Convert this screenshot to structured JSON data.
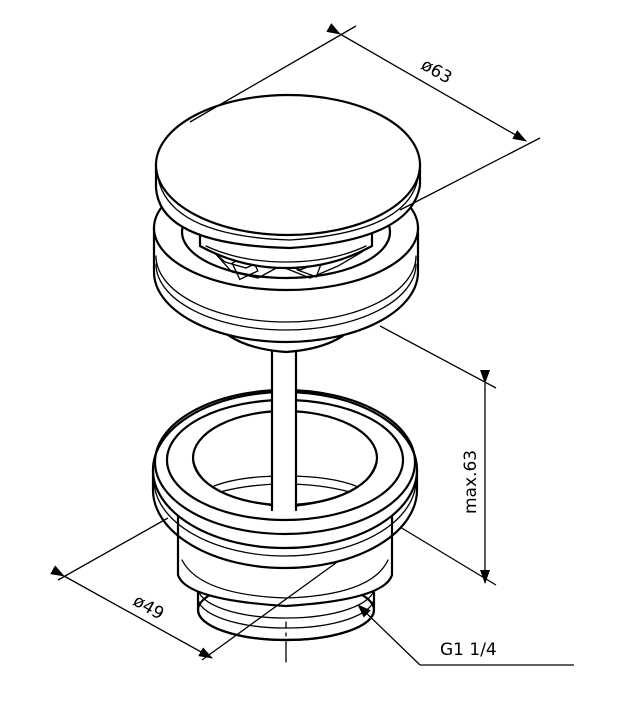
{
  "dimensions": {
    "cap_diameter": "ø63",
    "body_diameter": "ø49",
    "max_height": "max.63",
    "thread": "G1 1/4"
  },
  "colors": {
    "line": "#000000",
    "background": "#ffffff"
  }
}
